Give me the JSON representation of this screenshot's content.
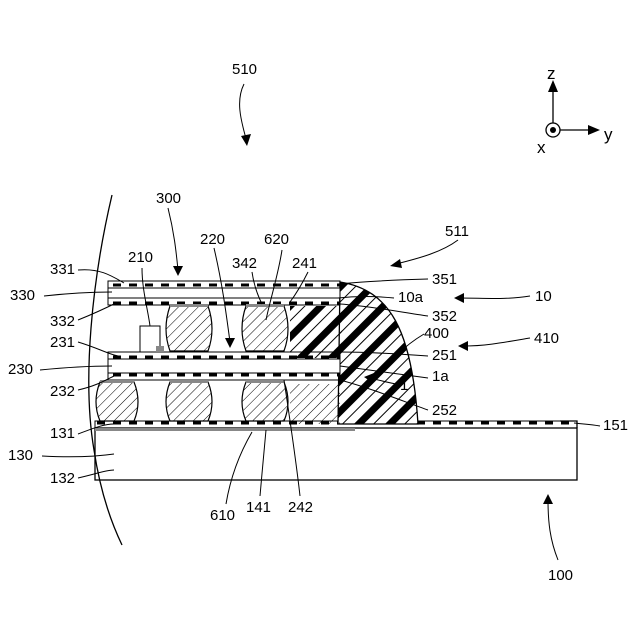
{
  "figure": {
    "labels": {
      "l510": "510",
      "l300": "300",
      "l220": "220",
      "l620": "620",
      "l511": "511",
      "l331": "331",
      "l210": "210",
      "l342": "342",
      "l241": "241",
      "l351": "351",
      "l330": "330",
      "l10a": "10a",
      "l10": "10",
      "l332": "332",
      "l352": "352",
      "l400": "400",
      "l410": "410",
      "l231": "231",
      "l251": "251",
      "l230": "230",
      "l1a": "1a",
      "l232": "232",
      "l1": "1",
      "l252": "252",
      "l151": "151",
      "l131": "131",
      "l130": "130",
      "l132": "132",
      "l610": "610",
      "l141": "141",
      "l242": "242",
      "l100": "100"
    },
    "axes": {
      "z": "z",
      "x": "x",
      "y": "y"
    }
  }
}
